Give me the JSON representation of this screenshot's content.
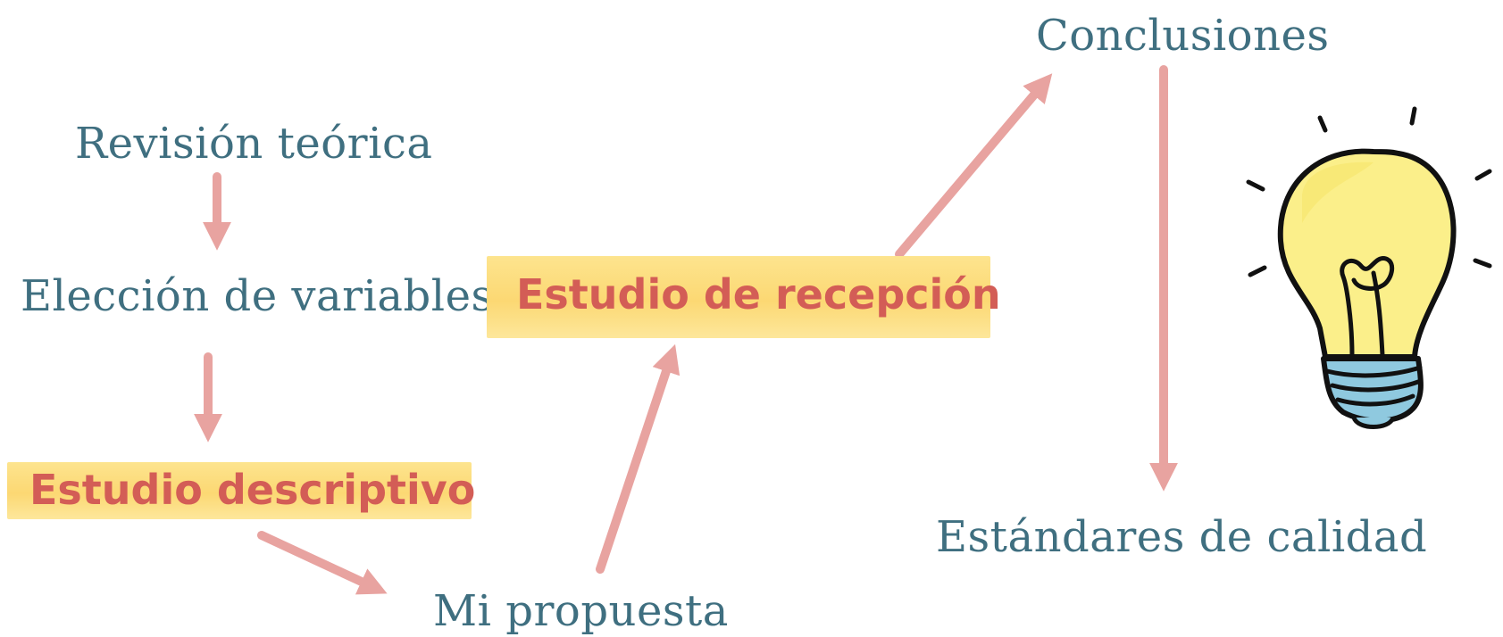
{
  "nodes": {
    "revision": "Revisión teórica",
    "eleccion": "Elección de variables",
    "descriptivo": "Estudio descriptivo",
    "propuesta": "Mi propuesta",
    "recepcion": "Estudio de recepción",
    "conclusiones": "Conclusiones",
    "estandares": "Estándares de calidad"
  },
  "colors": {
    "text": "#3f6f80",
    "highlight_text": "#d35d56",
    "highlight_bg": "#fcd873",
    "arrow": "#e8a3a0",
    "bulb": "#fbef8a",
    "bulb_base": "#8fc9df"
  },
  "icons": [
    "lightbulb-icon"
  ]
}
